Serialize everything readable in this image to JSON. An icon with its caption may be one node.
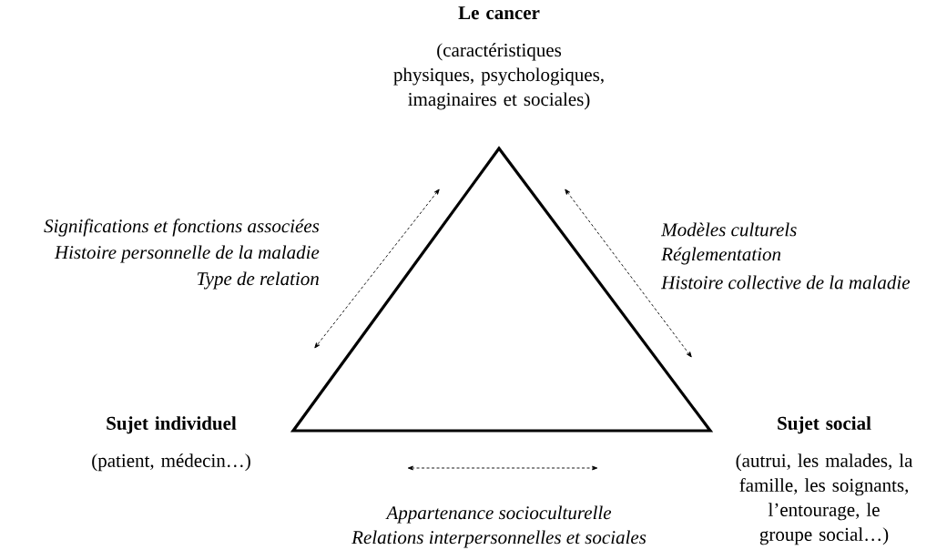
{
  "diagram": {
    "nodes": [
      {
        "text": [
          "Le cancer",
          "(caractéristiques physiques, psychologiques, imaginaires et sociales)"
        ]
      },
      {
        "text": [
          "Sujet individuel",
          "(patient, médecin…)"
        ]
      },
      {
        "text": [
          "Sujet social",
          "(autrui, les malades, la famille, les soignants, l’entourage, le groupe social…)"
        ]
      }
    ],
    "labels": [
      "Significations et fonctions associées",
      "Histoire personnelle de la maladie",
      "Type de relation",
      "Modèles culturels",
      "Réglementation",
      "Histoire collective de la maladie",
      "Appartenance socioculturelle",
      "Relations interpersonnelles et sociales"
    ]
  }
}
